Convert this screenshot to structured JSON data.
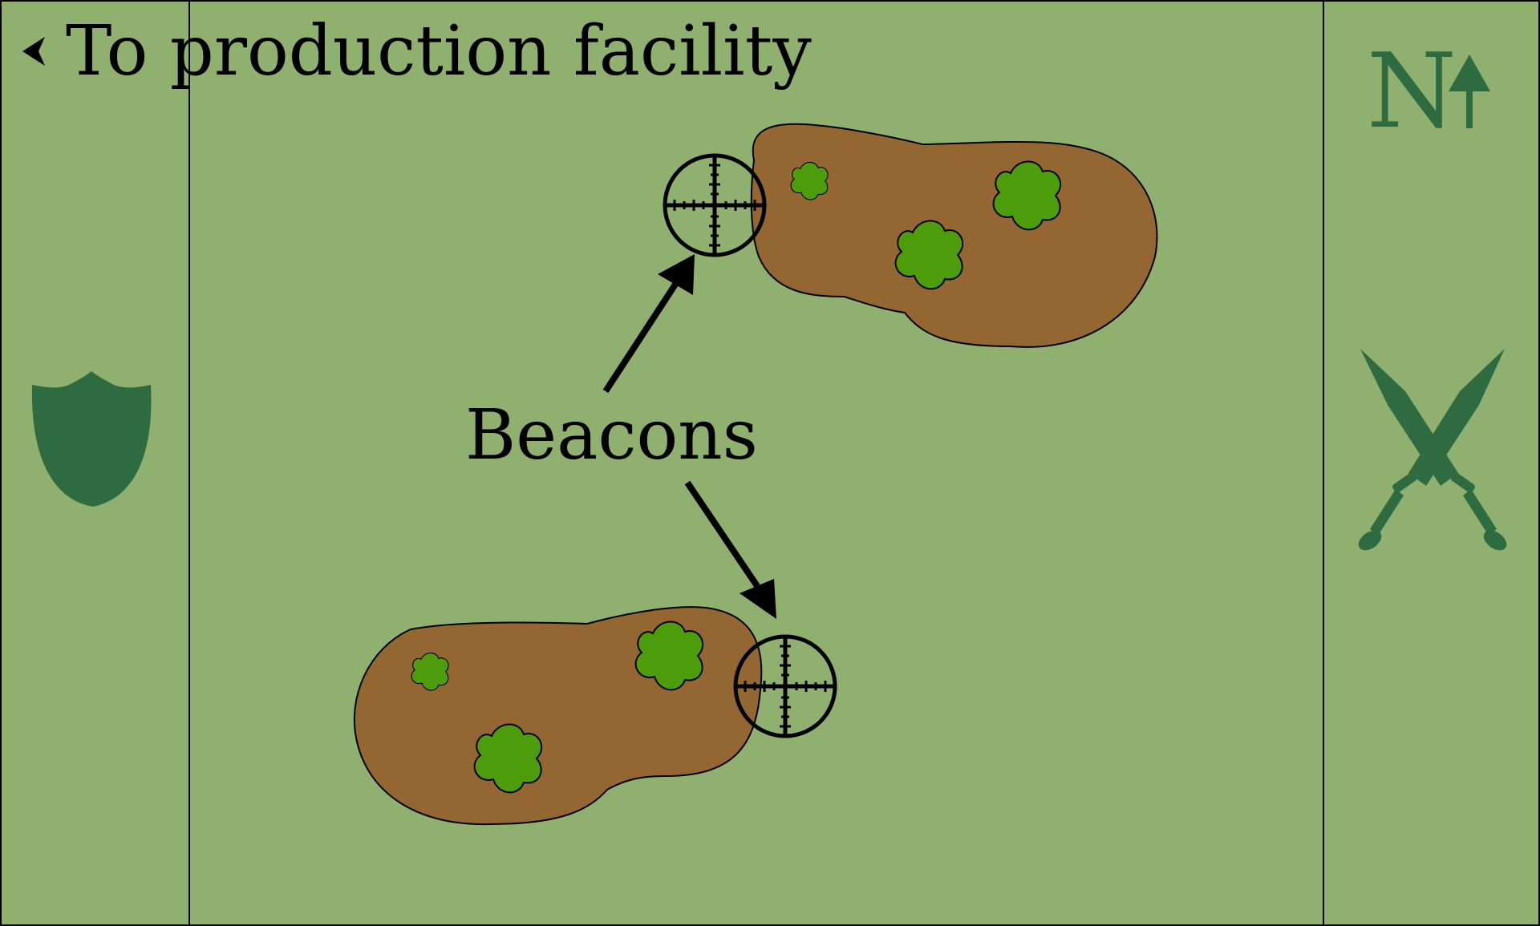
{
  "navigation": {
    "back_label": "To production facility"
  },
  "map": {
    "annotation_label": "Beacons",
    "compass_letter": "N",
    "beacon_count": 2,
    "island_count": 2,
    "tree_count": 6
  },
  "side_panels": {
    "left_icon": "shield-icon",
    "right_icon": "crossed-swords-icon",
    "top_right_icon": "north-compass-icon",
    "beacon_icon": "crosshair-icon"
  },
  "colors": {
    "grass": "#8fb06f",
    "dirt": "#946632",
    "tree": "#4c9c0c",
    "icon": "#2e6b40",
    "ink": "#000000"
  }
}
